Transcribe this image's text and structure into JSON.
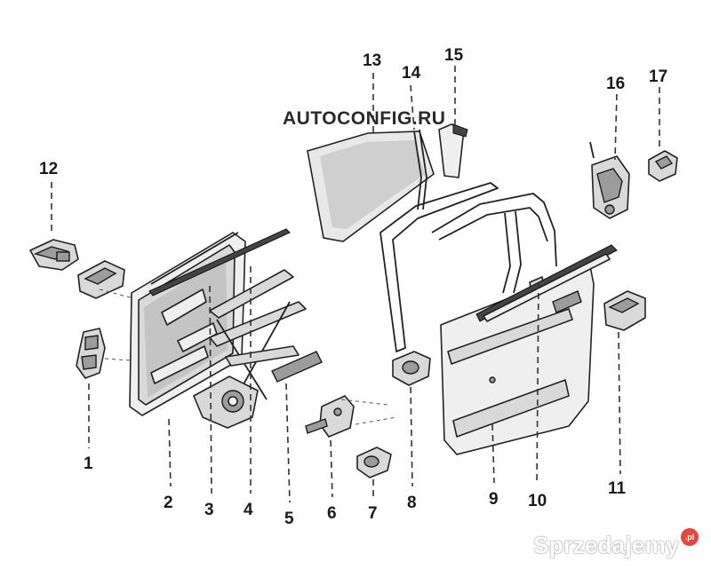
{
  "site_label": "AUTOCONFIG.RU",
  "watermark": {
    "text": "Sprzedajemy",
    "badge": ".pl"
  },
  "callouts": {
    "c1": "1",
    "c2": "2",
    "c3": "3",
    "c4": "4",
    "c5": "5",
    "c6": "6",
    "c7": "7",
    "c8": "8",
    "c9": "9",
    "c10": "10",
    "c11": "11",
    "c12": "12",
    "c13": "13",
    "c14": "14",
    "c15": "15",
    "c16": "16",
    "c17": "17"
  }
}
